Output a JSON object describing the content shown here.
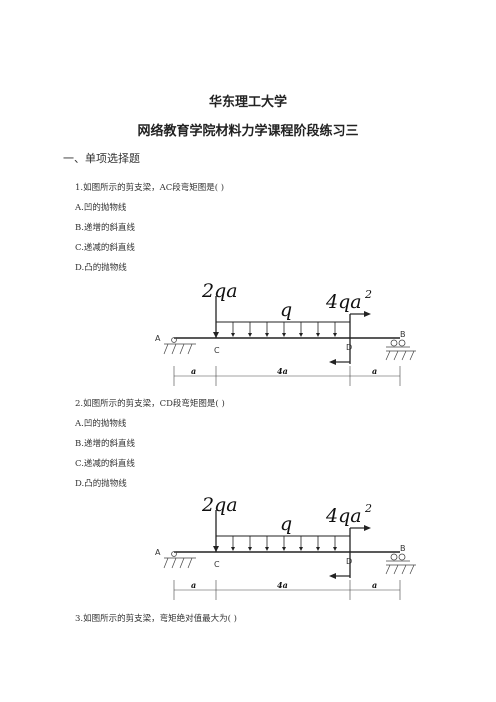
{
  "header": {
    "school": "华东理工大学",
    "course_title": "网络教育学院材料力学课程阶段练习三"
  },
  "section": "一、单项选择题",
  "questions": [
    {
      "stem": "1.如图所示的剪支梁，AC段弯矩图是( )",
      "options": [
        "A.凹的抛物线",
        "B.递增的斜直线",
        "C.递减的斜直线",
        "D.凸的抛物线"
      ]
    },
    {
      "stem": "2.如图所示的剪支梁，CD段弯矩图是( )",
      "options": [
        "A.凹的抛物线",
        "B.递增的斜直线",
        "C.递减的斜直线",
        "D.凸的抛物线"
      ]
    },
    {
      "stem": "3.如图所示的剪支梁，弯矩绝对值最大为( )",
      "options": []
    }
  ],
  "figure": {
    "force_label": "2qa",
    "load_label": "q",
    "moment_label": "4qa",
    "moment_sup": "2",
    "points": [
      "A",
      "C",
      "D",
      "B"
    ],
    "dims": [
      "a",
      "4a",
      "a"
    ]
  }
}
